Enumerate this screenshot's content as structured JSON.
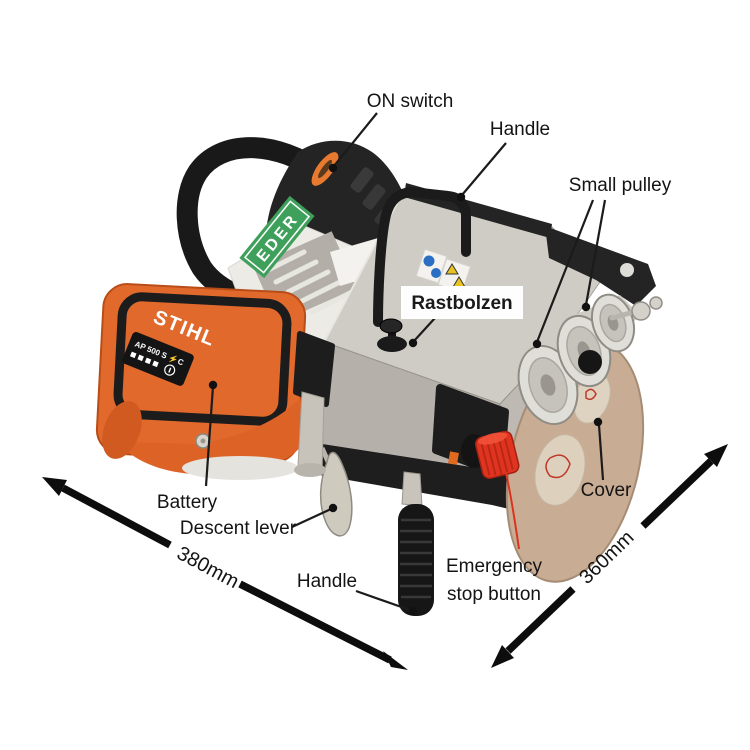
{
  "diagram": {
    "product": "Battery-powered rope winch annotated diagram",
    "callouts": {
      "on_switch": "ON switch",
      "handle_top": "Handle",
      "small_pulley": "Small pulley",
      "rastbolzen": "Rastbolzen",
      "battery": "Battery",
      "descent_lever": "Descent lever",
      "handle_bottom": "Handle",
      "emergency_stop_line1": "Emergency",
      "emergency_stop_line2": "stop button",
      "cover": "Cover"
    },
    "dimensions": {
      "width": "380mm",
      "depth": "360mm"
    },
    "markings": {
      "battery_brand": "STIHL",
      "battery_model": "AP 500 S ⚡C",
      "motor_sticker": "EDER"
    },
    "colors": {
      "battery_orange": "#E2692C",
      "sticker_green": "#3FA05C",
      "emergency_red": "#E03420",
      "steel_top": "#CFCCC5",
      "steel_front": "#B5B1AA",
      "cast_silver": "#BEB9B2",
      "cover_tan": "#C9AC94",
      "frame_black": "#1E1E1E"
    }
  }
}
